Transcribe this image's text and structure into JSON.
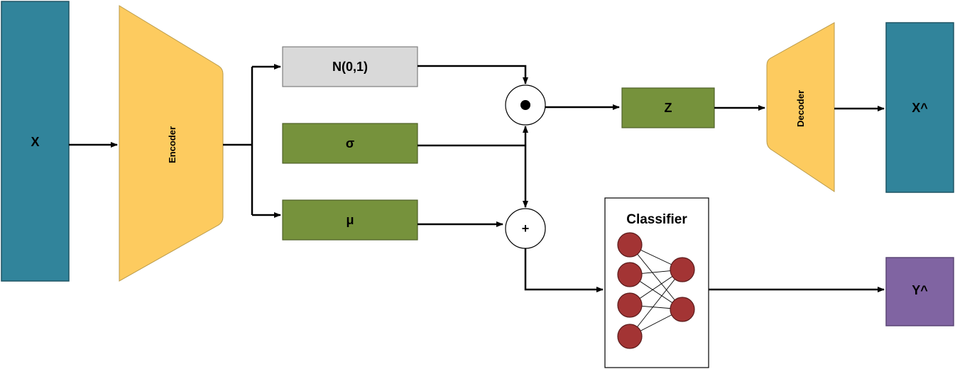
{
  "nodes": {
    "input_x": "X",
    "encoder": "Encoder",
    "noise": "N(0,1)",
    "sigma": "σ",
    "mu": "μ",
    "product_op": "●",
    "sum_op": "+",
    "latent_z": "Z",
    "decoder": "Decoder",
    "output_x_hat": "X^",
    "classifier": "Classifier",
    "output_y_hat": "Y^"
  },
  "colors": {
    "teal": "#31849b",
    "encoder_yellow": "#fdcb5f",
    "green": "#76923c",
    "light_gray": "#d9d9d9",
    "purple": "#8064a2",
    "neuron_red": "#a33434",
    "stroke": "#000000"
  }
}
